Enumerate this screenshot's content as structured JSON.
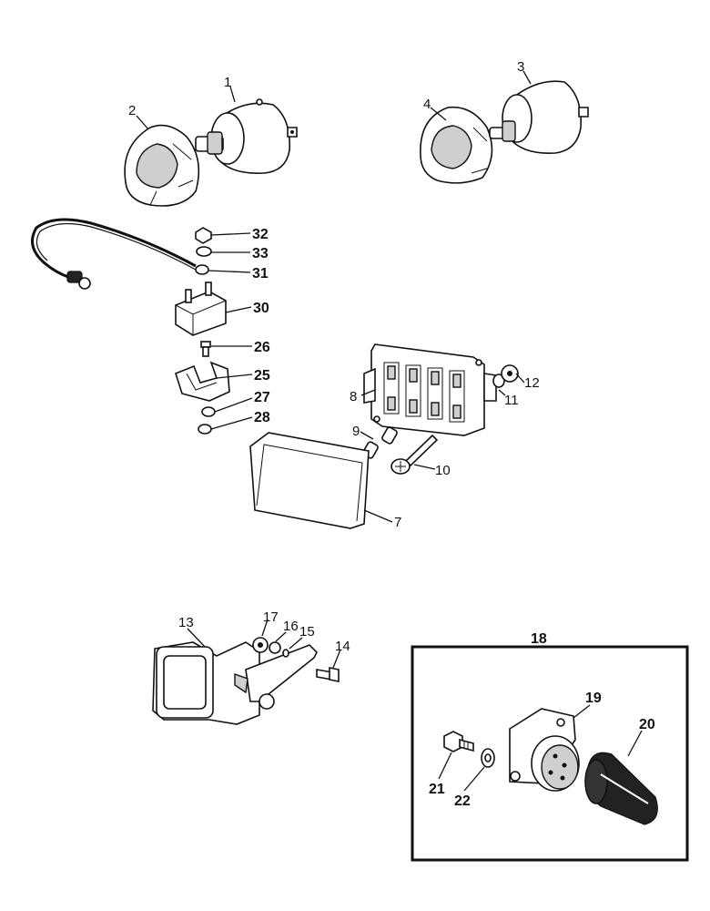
{
  "labels": {
    "l1": "1",
    "l2": "2",
    "l3": "3",
    "l4": "4",
    "l7": "7",
    "l8": "8",
    "l9": "9",
    "l10": "10",
    "l11": "11",
    "l12": "12",
    "l13": "13",
    "l14": "14",
    "l15": "15",
    "l16": "16",
    "l17": "17",
    "l18": "18",
    "l19": "19",
    "l20": "20",
    "l21": "21",
    "l22": "22",
    "l25": "25",
    "l26": "26",
    "l27": "27",
    "l28": "28",
    "l30": "30",
    "l31": "31",
    "l32": "32",
    "l33": "33"
  },
  "icons": [
    "switch-knob",
    "rotary-switch",
    "wire-lead",
    "nut",
    "washer",
    "circuit-breaker",
    "screw",
    "bracket",
    "fuse-box",
    "fuse-cover",
    "fuse",
    "lamp-housing",
    "socket-7-pin",
    "rubber-boot"
  ]
}
